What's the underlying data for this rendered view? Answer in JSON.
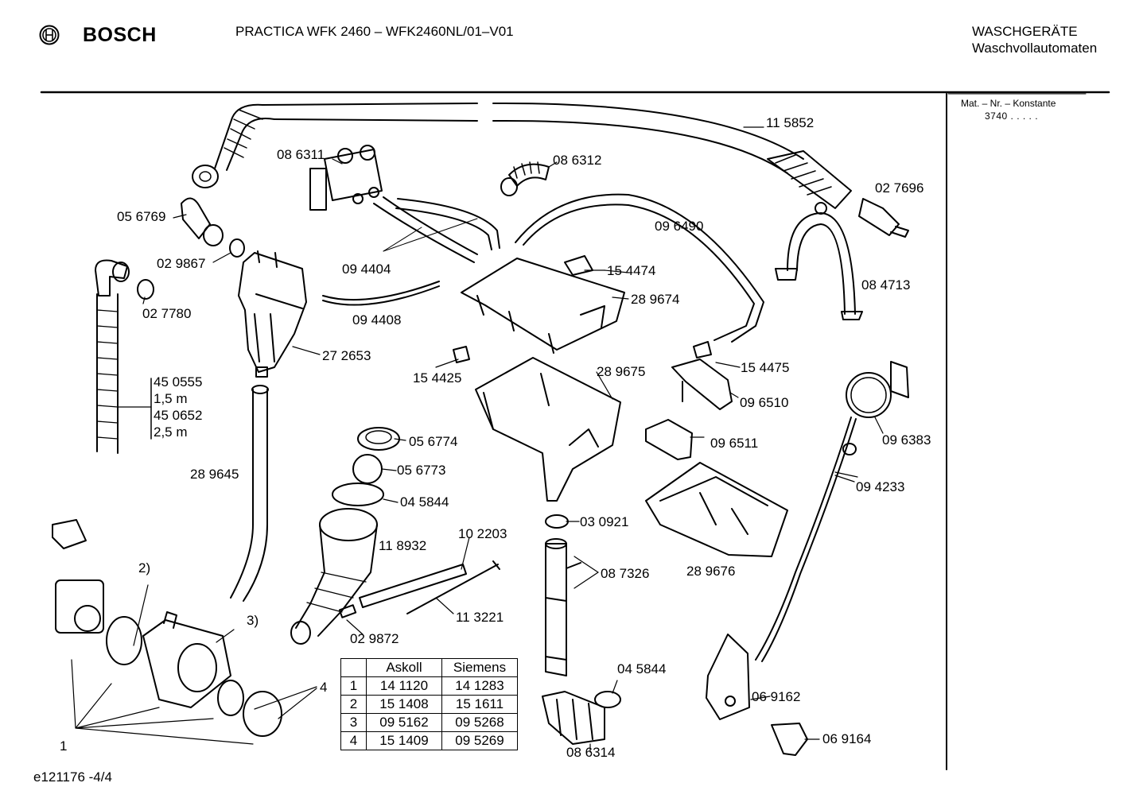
{
  "header": {
    "brand": "BOSCH",
    "model": "PRACTICA WFK 2460 – WFK2460NL/01–V01",
    "category_line1": "WASCHGERÄTE",
    "category_line2": "Waschvollautomaten"
  },
  "sidebar": {
    "mat_label": "Mat. – Nr. – Konstante",
    "mat_value": "3740  .  .  .  .  ."
  },
  "footer": {
    "code": "e121176 -4/4"
  },
  "labels": {
    "p115852": "11 5852",
    "p086311": "08 6311",
    "p086312": "08 6312",
    "p027696": "02 7696",
    "p056769": "05 6769",
    "p096490": "09 6490",
    "p029867": "02 9867",
    "p094404": "09 4404",
    "p154474": "15 4474",
    "p084713": "08 4713",
    "p027780": "02 7780",
    "p289674": "28 9674",
    "p094408": "09 4408",
    "p272653": "27 2653",
    "p154475": "15 4475",
    "p289675": "28 9675",
    "p154425": "15 4425",
    "p450555": "45 0555",
    "p15m": "1,5 m",
    "p450652": "45 0652",
    "p25m": "2,5 m",
    "p096510": "09 6510",
    "p096383": "09 6383",
    "p056774": "05 6774",
    "p096511": "09 6511",
    "p056773": "05 6773",
    "p289645": "28 9645",
    "p094233": "09 4233",
    "p045844a": "04 5844",
    "p102203": "10 2203",
    "p030921": "03 0921",
    "p118932": "11 8932",
    "p087326": "08 7326",
    "p289676": "28 9676",
    "n2": "2)",
    "n3": "3)",
    "p113221": "11 3221",
    "p029872": "02 9872",
    "p045844b": "04 5844",
    "n4": "4",
    "p069162": "06 9162",
    "n1": "1",
    "p069164": "06 9164",
    "p086314": "08 6314"
  },
  "table": {
    "headers": [
      "",
      "Askoll",
      "Siemens"
    ],
    "rows": [
      [
        "1",
        "14 1120",
        "14 1283"
      ],
      [
        "2",
        "15 1408",
        "15 1611"
      ],
      [
        "3",
        "09 5162",
        "09 5268"
      ],
      [
        "4",
        "15 1409",
        "09 5269"
      ]
    ]
  }
}
